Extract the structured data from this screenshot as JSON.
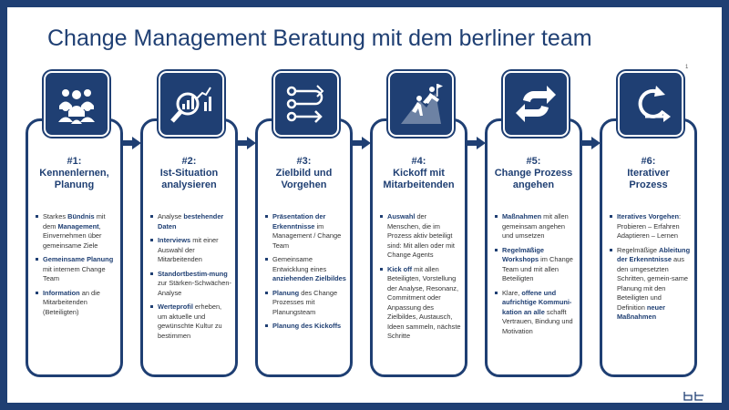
{
  "title": "Change Management Beratung mit dem berliner team",
  "page_number": "1",
  "colors": {
    "primary": "#1f3f73",
    "text": "#333333",
    "background": "#ffffff"
  },
  "logo": "bt",
  "columns": [
    {
      "step": "#1:",
      "name": "Kennenlernen,\nPlanung",
      "icon": "team-people-icon",
      "items": [
        [
          {
            "t": "Starkes "
          },
          {
            "t": "Bündnis",
            "b": true
          },
          {
            "t": " mit dem "
          },
          {
            "t": "Management",
            "b": true
          },
          {
            "t": ", Einvernehmen über gemeinsame Ziele"
          }
        ],
        [
          {
            "t": "Gemeinsame Planung",
            "b": true
          },
          {
            "t": " mit internem Change Team"
          }
        ],
        [
          {
            "t": "Information",
            "b": true
          },
          {
            "t": " an die Mitarbeitenden (Beteiligten)"
          }
        ]
      ]
    },
    {
      "step": "#2:",
      "name": "Ist-Situation\nanalysieren",
      "icon": "magnifier-chart-icon",
      "items": [
        [
          {
            "t": "Analyse "
          },
          {
            "t": "bestehender Daten",
            "b": true
          }
        ],
        [
          {
            "t": "Interviews",
            "b": true
          },
          {
            "t": " mit einer Auswahl der Mitarbeitenden"
          }
        ],
        [
          {
            "t": "Standortbestim-mung",
            "b": true
          },
          {
            "t": " zur Stärken-Schwächen-Analyse"
          }
        ],
        [
          {
            "t": "Werteprofil",
            "b": true
          },
          {
            "t": " erheben, um aktuelle und gewünschte Kultur zu bestimmen"
          }
        ]
      ]
    },
    {
      "step": "#3:",
      "name": "Zielbild und\nVorgehen",
      "icon": "process-flow-icon",
      "items": [
        [
          {
            "t": "Präsentation der Erkenntnisse",
            "b": true
          },
          {
            "t": " im Management / Change Team"
          }
        ],
        [
          {
            "t": "Gemeinsame Entwicklung eines "
          },
          {
            "t": "anziehenden Zielbildes",
            "b": true
          }
        ],
        [
          {
            "t": "Planung",
            "b": true
          },
          {
            "t": " des Change Prozesses mit Planungsteam"
          }
        ],
        [
          {
            "t": "Planung des Kickoffs",
            "b": true
          }
        ]
      ]
    },
    {
      "step": "#4:",
      "name": "Kickoff mit\nMitarbeitenden",
      "icon": "climbers-flag-icon",
      "items": [
        [
          {
            "t": "Auswahl",
            "b": true
          },
          {
            "t": " der Menschen, die im Prozess aktiv beteiligt sind: Mit allen oder mit Change Agents"
          }
        ],
        [
          {
            "t": "Kick off",
            "b": true
          },
          {
            "t": " mit allen Beteiligten, Vorstellung der Analyse, Resonanz, Commitment oder Anpassung des Zielbildes,  Austausch, Ideen sammeln, nächste Schritte"
          }
        ]
      ]
    },
    {
      "step": "#5:",
      "name": "Change Prozess\nangehen",
      "icon": "exchange-arrows-icon",
      "items": [
        [
          {
            "t": "Maßnahmen",
            "b": true
          },
          {
            "t": " mit allen gemeinsam angehen und umsetzen"
          }
        ],
        [
          {
            "t": "Regelmäßige Workshops",
            "b": true
          },
          {
            "t": " im Change Team und mit allen Beteiligten"
          }
        ],
        [
          {
            "t": "Klare, "
          },
          {
            "t": "offene und aufrichtige Kommuni-kation an alle",
            "b": true
          },
          {
            "t": " schafft Vertrauen, Bindung und Motivation"
          }
        ]
      ]
    },
    {
      "step": "#6:",
      "name": "Iterativer\nProzess",
      "icon": "iteration-cycle-icon",
      "items": [
        [
          {
            "t": "Iteratives Vorgehen",
            "b": true
          },
          {
            "t": ": Probieren – Erfahren Adaptieren – Lernen"
          }
        ],
        [
          {
            "t": "Regelmäßige "
          },
          {
            "t": "Ableitung der Erkenntnisse",
            "b": true
          },
          {
            "t": " aus den umgesetzten Schritten, gemein-same Planung mit den Beteiligten und Definition "
          },
          {
            "t": "neuer Maßnahmen",
            "b": true
          }
        ]
      ]
    }
  ]
}
